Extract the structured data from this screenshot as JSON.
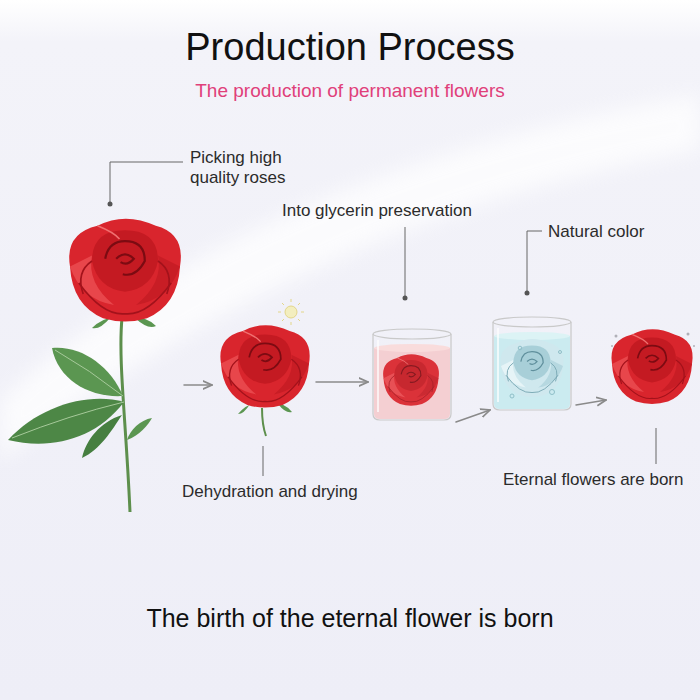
{
  "diagram": {
    "title": "Production Process",
    "caption": "The birth of the eternal flower is born",
    "nodes": [
      {
        "text": [
          "Picking high quality roses"
        ]
      },
      {
        "text": [
          "Dehydration and drying"
        ]
      },
      {
        "text": [
          "Into glycerin preservation"
        ]
      },
      {
        "text": [
          "Natural color"
        ]
      },
      {
        "text": [
          "Eternal flowers are born"
        ]
      }
    ],
    "edges": [
      {
        "from": 0,
        "to": 1,
        "arrow": "to"
      },
      {
        "from": 1,
        "to": 2,
        "arrow": "to"
      },
      {
        "from": 2,
        "to": 3,
        "arrow": "to"
      },
      {
        "from": 3,
        "to": 4,
        "arrow": "to"
      }
    ],
    "labels": [
      "The production of permanent flowers"
    ]
  }
}
